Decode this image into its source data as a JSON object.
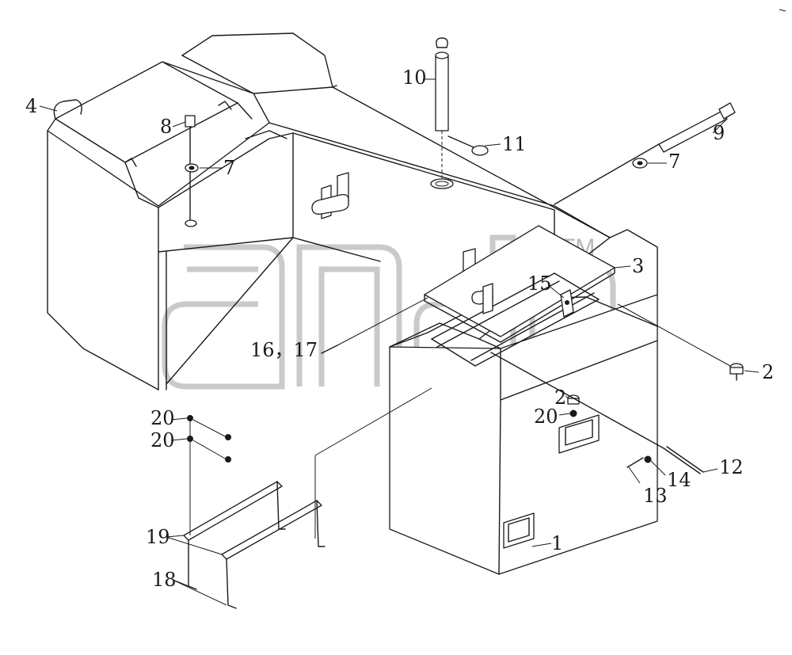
{
  "diagram": {
    "callouts": [
      {
        "id": "c1",
        "label": "1"
      },
      {
        "id": "c2a",
        "label": "2"
      },
      {
        "id": "c2b",
        "label": "2"
      },
      {
        "id": "c3",
        "label": "3"
      },
      {
        "id": "c4",
        "label": "4"
      },
      {
        "id": "c7a",
        "label": "7"
      },
      {
        "id": "c7b",
        "label": "7"
      },
      {
        "id": "c8",
        "label": "8"
      },
      {
        "id": "c9",
        "label": "9"
      },
      {
        "id": "c10",
        "label": "10"
      },
      {
        "id": "c11",
        "label": "11"
      },
      {
        "id": "c12",
        "label": "12"
      },
      {
        "id": "c13",
        "label": "13"
      },
      {
        "id": "c14",
        "label": "14"
      },
      {
        "id": "c15",
        "label": "15"
      },
      {
        "id": "c1617",
        "label": "16，17"
      },
      {
        "id": "c18",
        "label": "18"
      },
      {
        "id": "c19",
        "label": "19"
      },
      {
        "id": "c20a",
        "label": "20"
      },
      {
        "id": "c20b",
        "label": "20"
      },
      {
        "id": "c20c",
        "label": "20"
      }
    ],
    "watermark": {
      "trademark": "TM",
      "logo_icon": "brand-logo-watermark"
    }
  }
}
